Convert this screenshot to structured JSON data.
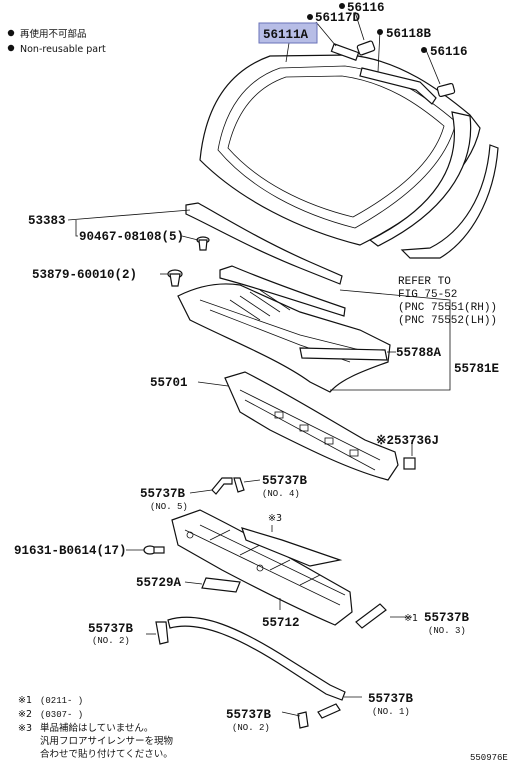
{
  "legend": {
    "jp": "再使用不可部品",
    "en": "Non-reusable part"
  },
  "labels": {
    "p56111A": "56111A",
    "p56117D": "56117D",
    "p56116_top": "56116",
    "p56118B": "56118B",
    "p56116_right": "56116",
    "p53383": "53383",
    "p90467": "90467-08108(5)",
    "p53879": "53879-60010(2)",
    "p55788A": "55788A",
    "p55781E": "55781E",
    "p55701": "55701",
    "p53736J": "53736J",
    "p55737B_no5": "55737B",
    "no5": "(NO. 5)",
    "p55737B_no4": "55737B",
    "no4": "(NO. 4)",
    "p91631": "91631-B0614(17)",
    "p55729A": "55729A",
    "p55712": "55712",
    "p55737B_no2a": "55737B",
    "no2a": "(NO. 2)",
    "p55737B_no3": "55737B",
    "no3": "(NO. 3)",
    "p55737B_no1": "55737B",
    "no1": "(NO. 1)",
    "p55737B_no2b": "55737B",
    "no2b": "(NO. 2)"
  },
  "marks": {
    "x1": "※1",
    "x2": "※2",
    "x3": "※3"
  },
  "refer": {
    "line1": "REFER TO",
    "line2": "FIG 75-52",
    "line3": "(PNC 75551(RH))",
    "line4": "(PNC 75552(LH))"
  },
  "notes": {
    "n1_mark": "※1",
    "n1_text": "(0211-    )",
    "n2_mark": "※2",
    "n2_text": "(0307-    )",
    "n3_mark": "※3",
    "n3_line1": "単品補給はしていません。",
    "n3_line2": "汎用フロアサイレンサーを現物",
    "n3_line3": "合わせで貼り付けてください。"
  },
  "figure_id": "550976E",
  "colors": {
    "highlight": "#b7bde6",
    "line": "#111111"
  }
}
